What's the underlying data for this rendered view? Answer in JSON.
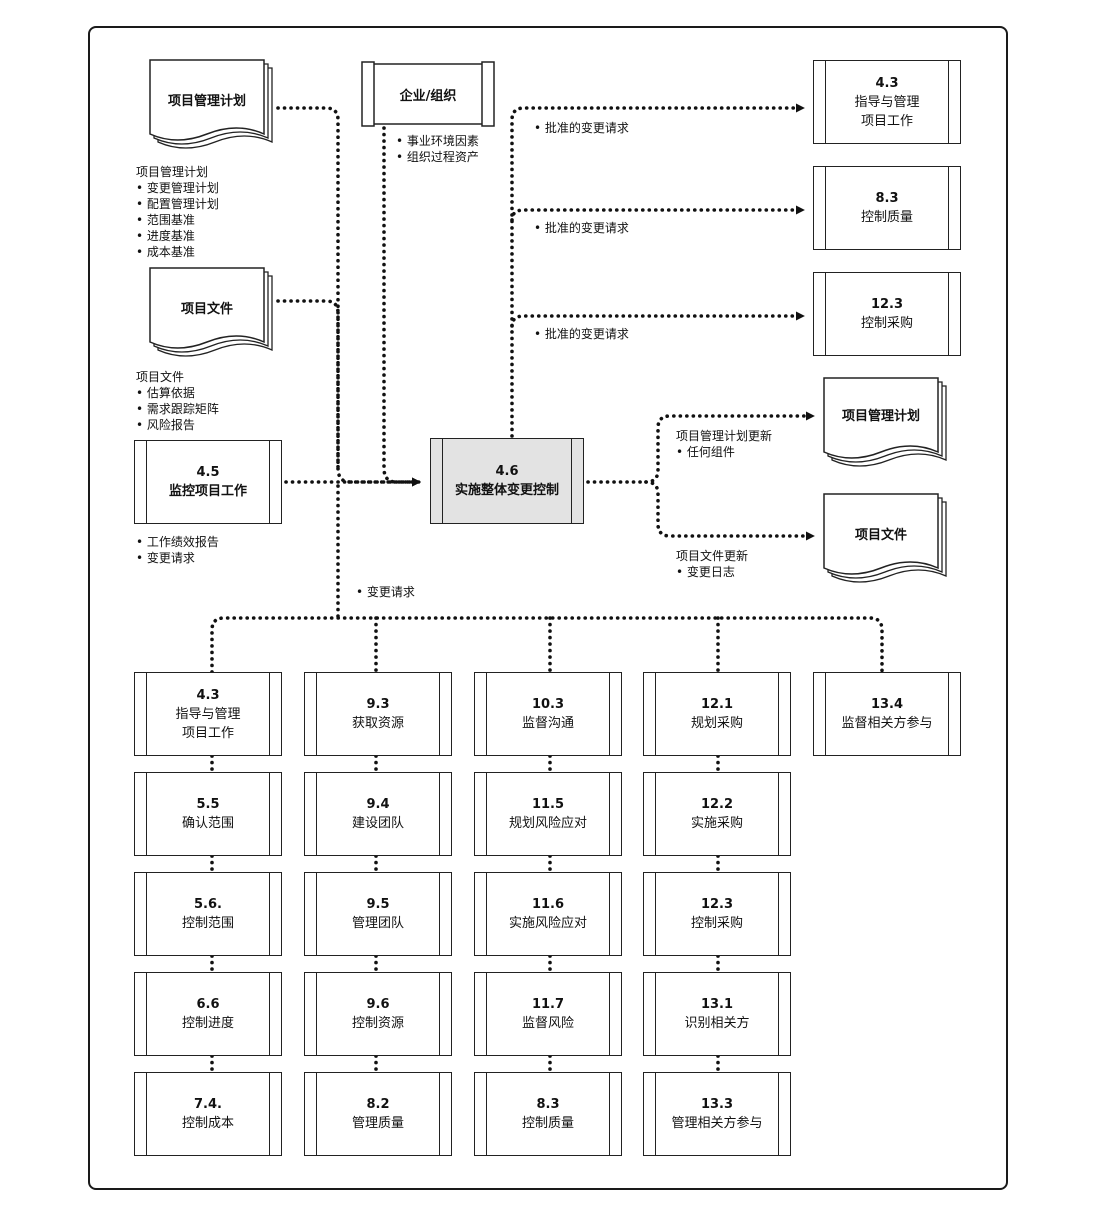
{
  "docs": {
    "pm_plan_in": "项目管理计划",
    "proj_docs_in": "项目文件",
    "enterprise": "企业/组织",
    "pm_plan_out": "项目管理计划",
    "proj_docs_out": "项目文件"
  },
  "notes": {
    "enterprise_items": [
      "事业环境因素",
      "组织过程资产"
    ],
    "pm_plan_title": "项目管理计划",
    "pm_plan_items": [
      "变更管理计划",
      "配置管理计划",
      "范围基准",
      "进度基准",
      "成本基准"
    ],
    "proj_docs_title": "项目文件",
    "proj_docs_items": [
      "估算依据",
      "需求跟踪矩阵",
      "风险报告"
    ],
    "monitor_items": [
      "工作绩效报告",
      "变更请求"
    ],
    "change_request": "变更请求",
    "approved_1": "批准的变更请求",
    "approved_2": "批准的变更请求",
    "approved_3": "批准的变更请求",
    "pm_update_title": "项目管理计划更新",
    "pm_update_item": "任何组件",
    "docs_update_title": "项目文件更新",
    "docs_update_item": "变更日志"
  },
  "center": {
    "num": "4.6",
    "name": "实施整体变更控制"
  },
  "monitor": {
    "num": "4.5",
    "name": "监控项目工作"
  },
  "outputs": {
    "o1": {
      "num": "4.3",
      "name_1": "指导与管理",
      "name_2": "项目工作"
    },
    "o2": {
      "num": "8.3",
      "name": "控制质量"
    },
    "o3": {
      "num": "12.3",
      "name": "控制采购"
    }
  },
  "grid": {
    "col1": [
      {
        "num": "4.3",
        "name_1": "指导与管理",
        "name_2": "项目工作"
      },
      {
        "num": "5.5",
        "name": "确认范围"
      },
      {
        "num": "5.6.",
        "name": "控制范围"
      },
      {
        "num": "6.6",
        "name": "控制进度"
      },
      {
        "num": "7.4.",
        "name": "控制成本"
      }
    ],
    "col2": [
      {
        "num": "9.3",
        "name": "获取资源"
      },
      {
        "num": "9.4",
        "name": "建设团队"
      },
      {
        "num": "9.5",
        "name": "管理团队"
      },
      {
        "num": "9.6",
        "name": "控制资源"
      },
      {
        "num": "8.2",
        "name": "管理质量"
      }
    ],
    "col3": [
      {
        "num": "10.3",
        "name": "监督沟通"
      },
      {
        "num": "11.5",
        "name": "规划风险应对"
      },
      {
        "num": "11.6",
        "name": "实施风险应对"
      },
      {
        "num": "11.7",
        "name": "监督风险"
      },
      {
        "num": "8.3",
        "name": "控制质量"
      }
    ],
    "col4": [
      {
        "num": "12.1",
        "name": "规划采购"
      },
      {
        "num": "12.2",
        "name": "实施采购"
      },
      {
        "num": "12.3",
        "name": "控制采购"
      },
      {
        "num": "13.1",
        "name": "识别相关方"
      },
      {
        "num": "13.3",
        "name": "管理相关方参与"
      }
    ],
    "col5": [
      {
        "num": "13.4",
        "name": "监督相关方参与"
      }
    ]
  }
}
